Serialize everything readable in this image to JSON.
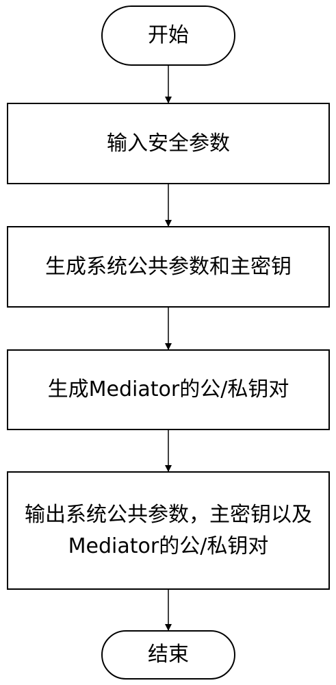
{
  "diagram": {
    "nodes": [
      {
        "id": "start",
        "shape": "terminator",
        "label": "开始"
      },
      {
        "id": "step1",
        "shape": "process",
        "label": "输入安全参数"
      },
      {
        "id": "step2",
        "shape": "process",
        "label": "生成系统公共参数和主密钥"
      },
      {
        "id": "step3",
        "shape": "process",
        "label": "生成Mediator的公/私钥对"
      },
      {
        "id": "step4",
        "shape": "process",
        "label": "输出系统公共参数，主密钥以及Mediator的公/私钥对"
      },
      {
        "id": "end",
        "shape": "terminator",
        "label": "结束"
      }
    ],
    "edges": [
      {
        "from": "start",
        "to": "step1"
      },
      {
        "from": "step1",
        "to": "step2"
      },
      {
        "from": "step2",
        "to": "step3"
      },
      {
        "from": "step3",
        "to": "step4"
      },
      {
        "from": "step4",
        "to": "end"
      }
    ]
  }
}
